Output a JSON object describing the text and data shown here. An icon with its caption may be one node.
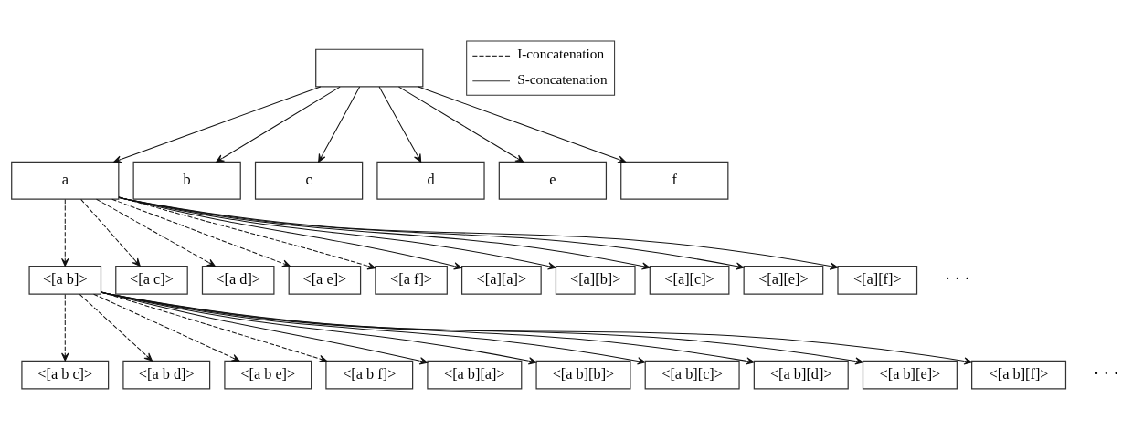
{
  "diagram": {
    "nodes": [
      {
        "text": [],
        "shape": "box"
      },
      {
        "text": [
          "a"
        ]
      },
      {
        "text": [
          "b"
        ]
      },
      {
        "text": [
          "c"
        ]
      },
      {
        "text": [
          "d"
        ]
      },
      {
        "text": [
          "e"
        ]
      },
      {
        "text": [
          "f"
        ]
      },
      {
        "text": [
          "<[a b]>"
        ]
      },
      {
        "text": [
          "<[a c]>"
        ]
      },
      {
        "text": [
          "<[a d]>"
        ]
      },
      {
        "text": [
          "<[a e]>"
        ]
      },
      {
        "text": [
          "<[a f]>"
        ]
      },
      {
        "text": [
          "<[a][a]>"
        ]
      },
      {
        "text": [
          "<[a][b]>"
        ]
      },
      {
        "text": [
          "<[a][c]>"
        ]
      },
      {
        "text": [
          "<[a][e]>"
        ]
      },
      {
        "text": [
          "<[a][f]>"
        ]
      },
      {
        "text": [
          "<[a b c]>"
        ]
      },
      {
        "text": [
          "<[a b d]>"
        ]
      },
      {
        "text": [
          "<[a b e]>"
        ]
      },
      {
        "text": [
          "<[a b f]>"
        ]
      },
      {
        "text": [
          "<[a b][a]>"
        ]
      },
      {
        "text": [
          "<[a b][b]>"
        ]
      },
      {
        "text": [
          "<[a b][c]>"
        ]
      },
      {
        "text": [
          "<[a b][d]>"
        ]
      },
      {
        "text": [
          "<[a b][e]>"
        ]
      },
      {
        "text": [
          "<[a b][f]>"
        ]
      }
    ],
    "edges": [
      {
        "from": 0,
        "to": 1,
        "arrow": "to"
      },
      {
        "from": 0,
        "to": 2,
        "arrow": "to"
      },
      {
        "from": 0,
        "to": 3,
        "arrow": "to"
      },
      {
        "from": 0,
        "to": 4,
        "arrow": "to"
      },
      {
        "from": 0,
        "to": 5,
        "arrow": "to"
      },
      {
        "from": 0,
        "to": 6,
        "arrow": "to"
      },
      {
        "from": 1,
        "to": 7,
        "arrow": "to",
        "style": "dashed"
      },
      {
        "from": 1,
        "to": 8,
        "arrow": "to",
        "style": "dashed"
      },
      {
        "from": 1,
        "to": 9,
        "arrow": "to",
        "style": "dashed"
      },
      {
        "from": 1,
        "to": 10,
        "arrow": "to",
        "style": "dashed"
      },
      {
        "from": 1,
        "to": 11,
        "arrow": "to",
        "style": "dashed"
      },
      {
        "from": 1,
        "to": 12,
        "arrow": "to"
      },
      {
        "from": 1,
        "to": 13,
        "arrow": "to"
      },
      {
        "from": 1,
        "to": 14,
        "arrow": "to"
      },
      {
        "from": 1,
        "to": 15,
        "arrow": "to"
      },
      {
        "from": 1,
        "to": 16,
        "arrow": "to"
      },
      {
        "from": 7,
        "to": 17,
        "arrow": "to",
        "style": "dashed"
      },
      {
        "from": 7,
        "to": 18,
        "arrow": "to",
        "style": "dashed"
      },
      {
        "from": 7,
        "to": 19,
        "arrow": "to",
        "style": "dashed"
      },
      {
        "from": 7,
        "to": 20,
        "arrow": "to",
        "style": "dashed"
      },
      {
        "from": 7,
        "to": 21,
        "arrow": "to"
      },
      {
        "from": 7,
        "to": 22,
        "arrow": "to"
      },
      {
        "from": 7,
        "to": 23,
        "arrow": "to"
      },
      {
        "from": 7,
        "to": 24,
        "arrow": "to"
      },
      {
        "from": 7,
        "to": 25,
        "arrow": "to"
      },
      {
        "from": 7,
        "to": 26,
        "arrow": "to"
      }
    ],
    "labels": [
      "· · ·",
      "· · ·"
    ],
    "legend": [
      {
        "text": "I-concatenation"
      },
      {
        "text": "S-concatenation"
      }
    ]
  }
}
